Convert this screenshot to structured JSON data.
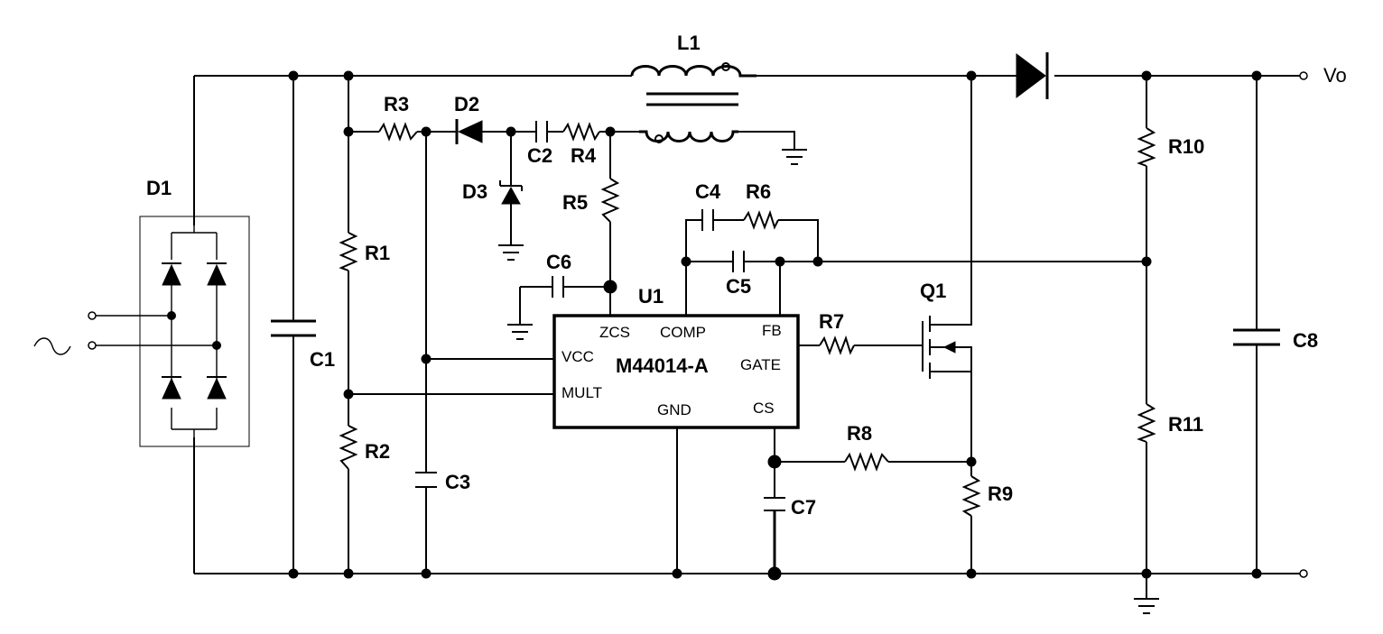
{
  "components": {
    "D1": "D1",
    "D2": "D2",
    "D3": "D3",
    "L1": "L1",
    "C1": "C1",
    "C2": "C2",
    "C3": "C3",
    "C4": "C4",
    "C5": "C5",
    "C6": "C6",
    "C7": "C7",
    "C8": "C8",
    "R1": "R1",
    "R2": "R2",
    "R3": "R3",
    "R4": "R4",
    "R5": "R5",
    "R6": "R6",
    "R7": "R7",
    "R8": "R8",
    "R9": "R9",
    "R10": "R10",
    "R11": "R11",
    "U1": "U1",
    "Q1": "Q1"
  },
  "ic": {
    "part": "M44014-A",
    "pins": {
      "zcs": "ZCS",
      "comp": "COMP",
      "fb": "FB",
      "vcc": "VCC",
      "gate": "GATE",
      "mult": "MULT",
      "gnd": "GND",
      "cs": "CS"
    }
  },
  "output_label": "Vo"
}
